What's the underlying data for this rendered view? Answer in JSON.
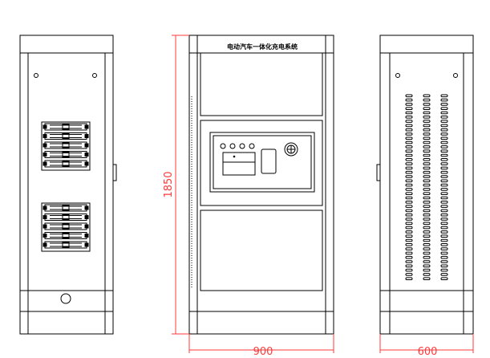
{
  "front_view": {
    "title_plate": "电动汽车一体化充电系统"
  },
  "dimensions": {
    "height": "1850",
    "front_width": "900",
    "side_depth": "600"
  },
  "colors": {
    "line": "#000000",
    "dimension": "#ff3b3b",
    "background": "#ffffff"
  },
  "rear_view": {
    "vent_columns": 3,
    "vent_slots_per_column": 44
  }
}
